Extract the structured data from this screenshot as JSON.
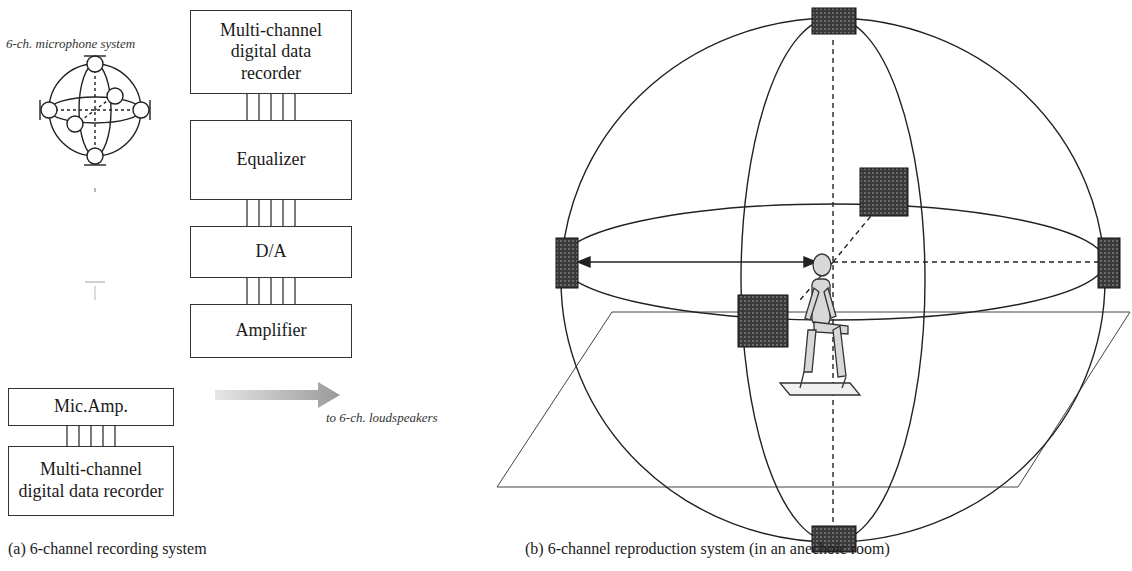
{
  "diagram": {
    "nodes": [
      {
        "text": [
          "Mic.Amp."
        ]
      },
      {
        "text": [
          "Multi-channel digital data recorder"
        ]
      },
      {
        "text": [
          "Multi-channel digital data recorder"
        ]
      },
      {
        "text": [
          "Equalizer"
        ]
      },
      {
        "text": [
          "D/A"
        ]
      },
      {
        "text": [
          "Amplifier"
        ]
      }
    ],
    "edges": [
      {
        "from": 0,
        "to": 1,
        "arrow": "none"
      },
      {
        "from": 2,
        "to": 3,
        "arrow": "none"
      },
      {
        "from": 3,
        "to": 4,
        "arrow": "none"
      },
      {
        "from": 4,
        "to": 5,
        "arrow": "none"
      }
    ],
    "labels": [
      "6-ch. microphone system",
      "to 6-ch. loudspeakers",
      "(a) 6-channel recording system",
      "(b) 6-channel reproduction system (in an anechoic room)"
    ]
  }
}
